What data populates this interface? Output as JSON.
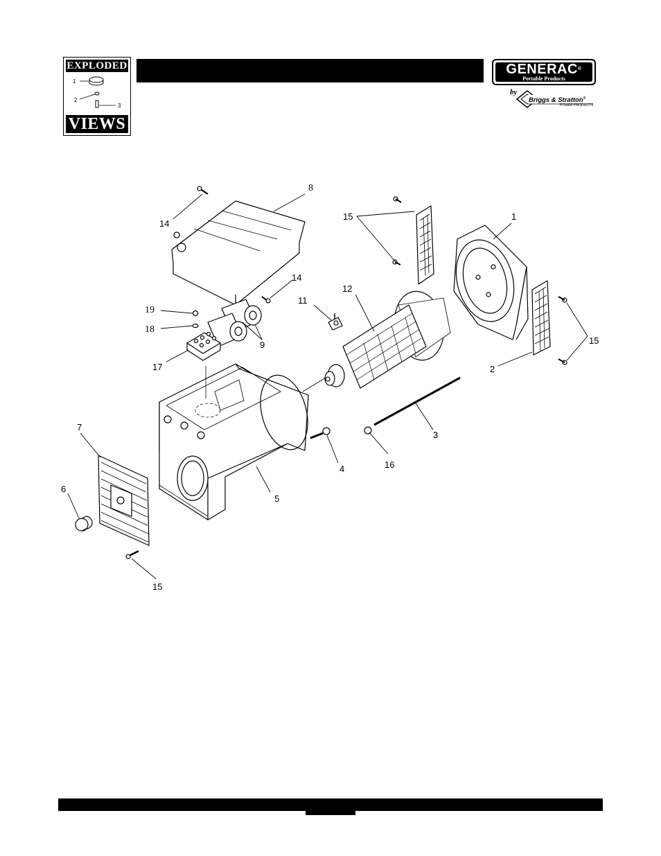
{
  "header": {
    "badge_top": "EXPLODED",
    "badge_bottom": "VIEWS",
    "badge_callouts": [
      "1",
      "2",
      "3"
    ]
  },
  "logo": {
    "brand": "GENERAC",
    "registered": "®",
    "subtitle": "Portable Products",
    "by": "by",
    "partner": "Briggs & Stratton",
    "partner_sub": "POWER PRODUCTS"
  },
  "callouts": {
    "c14a": "14",
    "c8": "8",
    "c15a": "15",
    "c1": "1",
    "c14b": "14",
    "c19": "19",
    "c18": "18",
    "c11": "11",
    "c12": "12",
    "c15b": "15",
    "c9": "9",
    "c17": "17",
    "c2": "2",
    "c7": "7",
    "c3": "3",
    "c4": "4",
    "c16": "16",
    "c6": "6",
    "c5": "5",
    "c15c": "15"
  }
}
